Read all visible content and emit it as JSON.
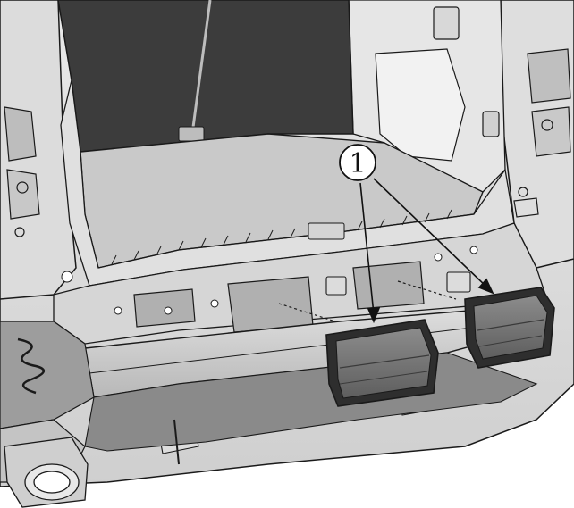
{
  "figure": {
    "callouts": [
      {
        "label": "1",
        "target": "bumper-vent-left"
      },
      {
        "label": "1",
        "target": "bumper-vent-right"
      }
    ],
    "colors": {
      "line": "#1a1a1a",
      "body_light": "#ececec",
      "body_mid": "#d2d2d2",
      "body_shadow": "#9a9a9a",
      "cargo_floor": "#c4c4c4",
      "cargo_cavity": "#3a3a3a",
      "vent_frame": "#2e2e2e",
      "vent_face": "#7a7a7a"
    }
  }
}
